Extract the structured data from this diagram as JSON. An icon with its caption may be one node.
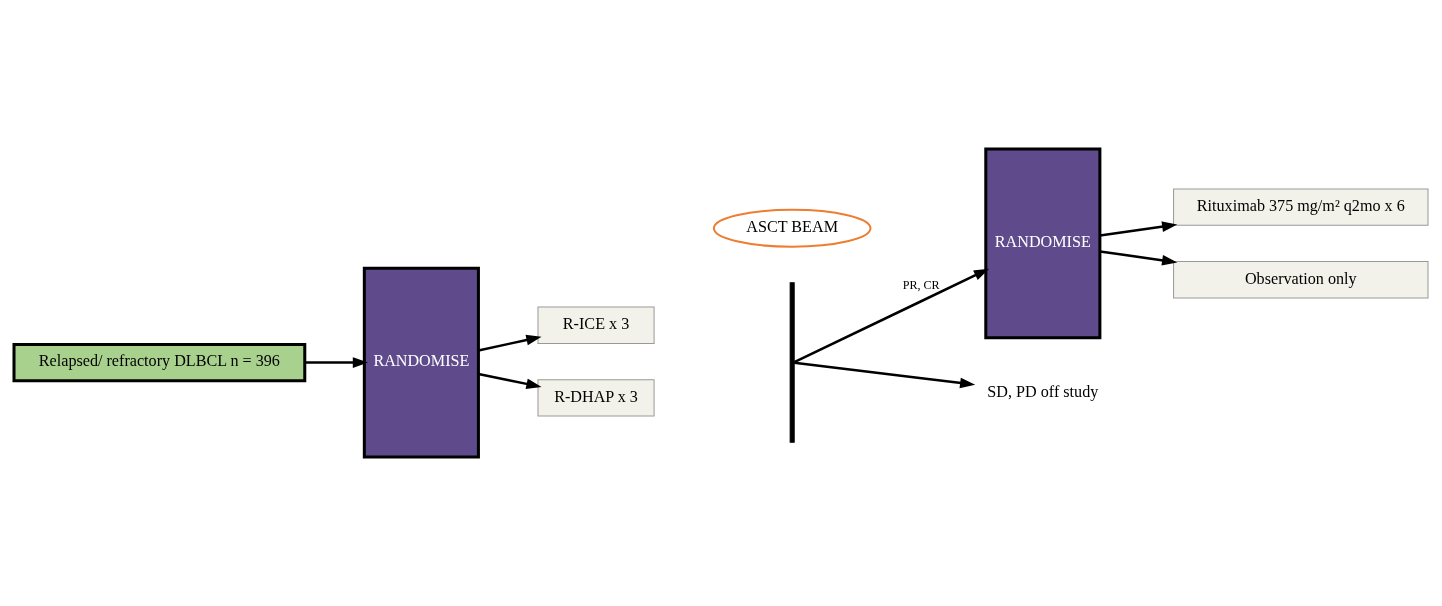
{
  "diagram": {
    "nodes": [
      {
        "text": [
          "Relapsed/ refractory DLBCL n = 396"
        ]
      },
      {
        "text": [
          "RANDOMISE"
        ]
      },
      {
        "text": [
          "R-ICE x 3"
        ]
      },
      {
        "text": [
          "R-DHAP x 3"
        ]
      },
      {
        "text": [],
        "shape": "bar"
      },
      {
        "text": [
          "ASCT BEAM"
        ]
      },
      {
        "text": [
          "RANDOMISE"
        ]
      },
      {
        "text": [
          "Rituximab 375 mg/m² q2mo x 6"
        ]
      },
      {
        "text": [
          "Observation only"
        ]
      },
      {
        "text": [
          "SD, PD off study"
        ]
      }
    ],
    "edges": [
      {
        "from": 0,
        "to": 1,
        "arrow": "to"
      },
      {
        "from": 1,
        "to": 2,
        "arrow": "to"
      },
      {
        "from": 1,
        "to": 3,
        "arrow": "to"
      },
      {
        "from": 4,
        "to": 6,
        "arrow": "to",
        "label": "PR, CR"
      },
      {
        "from": 4,
        "to": 9,
        "arrow": "to"
      },
      {
        "from": 6,
        "to": 7,
        "arrow": "to"
      },
      {
        "from": 6,
        "to": 8,
        "arrow": "to"
      }
    ]
  }
}
